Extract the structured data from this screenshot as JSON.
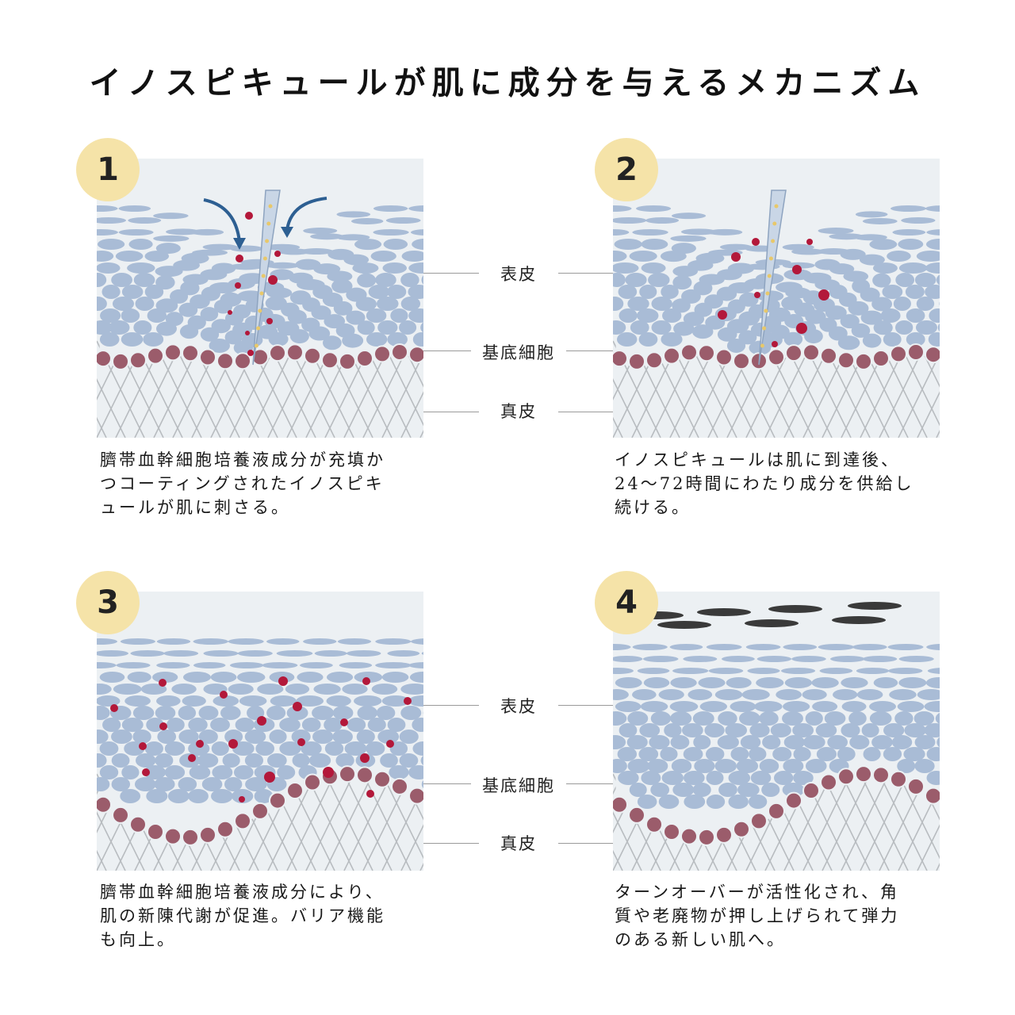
{
  "title": "イノスピキュールが肌に成分を与えるメカニズム",
  "layers": {
    "epidermis": "表皮",
    "basal": "基底細胞",
    "dermis": "真皮"
  },
  "colors": {
    "badge": "#f5e3a8",
    "cell": "#a9bcd6",
    "basal_cell": "#9b5c6b",
    "ingredient": "#b3183a",
    "arrow": "#2d5f92",
    "background": "#ecf0f3",
    "dead_cell": "#3a3a3a"
  },
  "steps": [
    {
      "number": "1",
      "caption": "臍帯血幹細胞培養液成分が充填か\nつコーティングされたイノスピキ\nュールが肌に刺さる。"
    },
    {
      "number": "2",
      "caption": "イノスピキュールは肌に到達後、\n24～72時間にわたり成分を供給し\n続ける。"
    },
    {
      "number": "3",
      "caption": "臍帯血幹細胞培養液成分により、\n肌の新陳代謝が促進。バリア機能\nも向上。"
    },
    {
      "number": "4",
      "caption": "ターンオーバーが活性化され、角\n質や老廃物が押し上げられて弾力\nのある新しい肌へ。"
    }
  ]
}
